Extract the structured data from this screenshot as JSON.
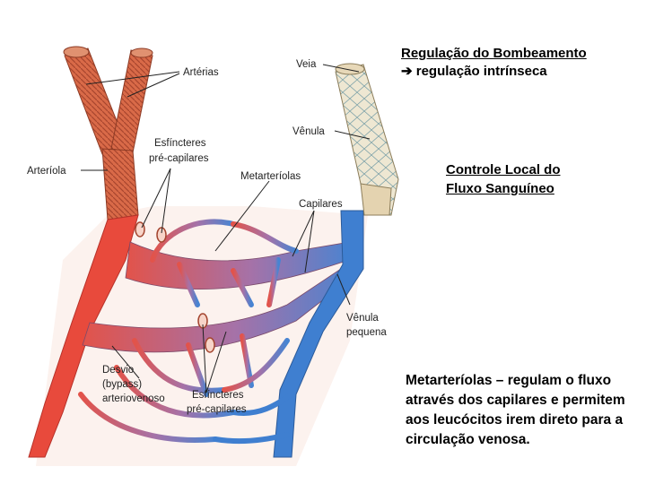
{
  "figure_labels": {
    "arterias": "Artérias",
    "veia": "Veia",
    "venula": "Vênula",
    "esfincteres_top_1": "Esfíncteres",
    "esfincteres_top_2": "pré-capilares",
    "arteriola": "Arteríola",
    "metarteriolas": "Metarteríolas",
    "capilares": "Capilares",
    "venula_pequena_1": "Vênula",
    "venula_pequena_2": "pequena",
    "desvio_1": "Desvio",
    "desvio_2": "(bypass)",
    "desvio_3": "arteriovenoso",
    "esfincteres_bottom_1": "Esfíncteres",
    "esfincteres_bottom_2": "pré-capilares"
  },
  "side_text": {
    "heading_line1": "Regulação do Bombeamento",
    "heading_line2": "regulação intrínseca",
    "local_line1": "Controle Local do",
    "local_line2": "Fluxo Sanguíneo",
    "note": "Metarteríolas – regulam o fluxo através dos capilares e permitem aos leucócitos irem direto para a circulação venosa."
  },
  "colors": {
    "artery": "#e84a3c",
    "artery_wall": "#c9553a",
    "vein": "#3f7fd0",
    "capillary_mid": "#9a6fb0",
    "vein_shell": "#f0ead8"
  }
}
